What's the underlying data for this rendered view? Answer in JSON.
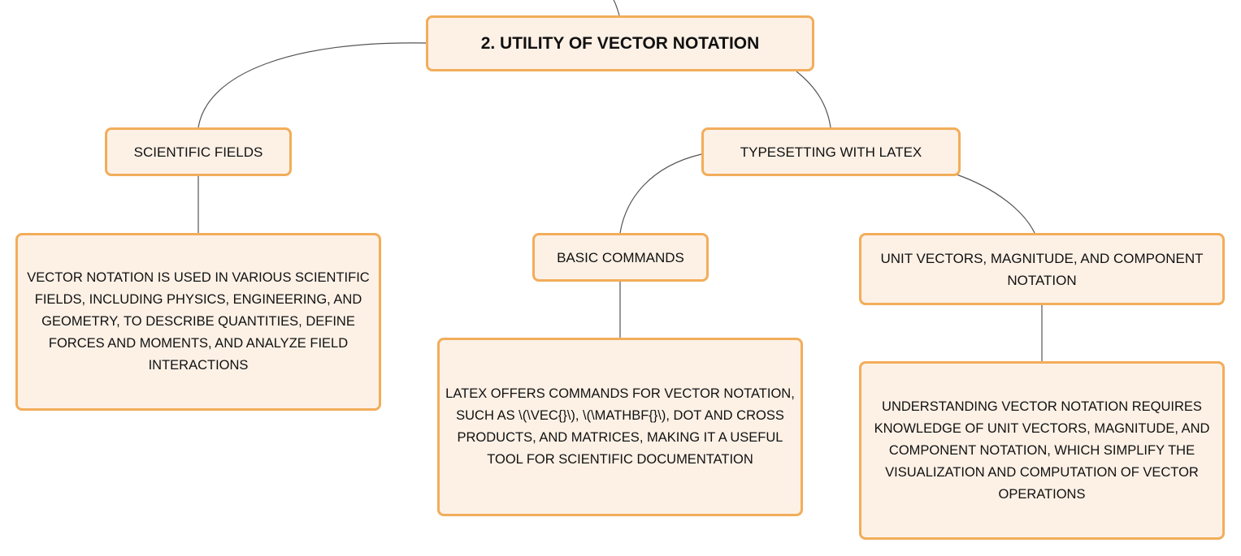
{
  "nodes": {
    "root": "2. UTILITY OF VECTOR NOTATION",
    "scientific_fields": "SCIENTIFIC FIELDS",
    "scientific_fields_desc": "VECTOR NOTATION IS USED IN VARIOUS SCIENTIFIC FIELDS, INCLUDING PHYSICS, ENGINEERING, AND GEOMETRY, TO DESCRIBE QUANTITIES, DEFINE FORCES AND MOMENTS, AND ANALYZE FIELD INTERACTIONS",
    "typesetting": "TYPESETTING WITH LATEX",
    "basic_commands": "BASIC COMMANDS",
    "basic_commands_desc": "LATEX OFFERS COMMANDS FOR VECTOR NOTATION, SUCH AS \\(\\VEC{}\\), \\(\\MATHBF{}\\), DOT AND CROSS PRODUCTS, AND MATRICES, MAKING IT A USEFUL TOOL FOR SCIENTIFIC DOCUMENTATION",
    "unit_vectors": "UNIT VECTORS, MAGNITUDE, AND COMPONENT NOTATION",
    "unit_vectors_desc": "UNDERSTANDING VECTOR NOTATION REQUIRES KNOWLEDGE OF UNIT VECTORS, MAGNITUDE, AND COMPONENT NOTATION, WHICH SIMPLIFY THE VISUALIZATION AND COMPUTATION OF VECTOR OPERATIONS"
  },
  "colors": {
    "node_fill": "#fdf1e6",
    "node_border": "#f2ad5a",
    "connector": "#555555",
    "text": "#111111"
  }
}
